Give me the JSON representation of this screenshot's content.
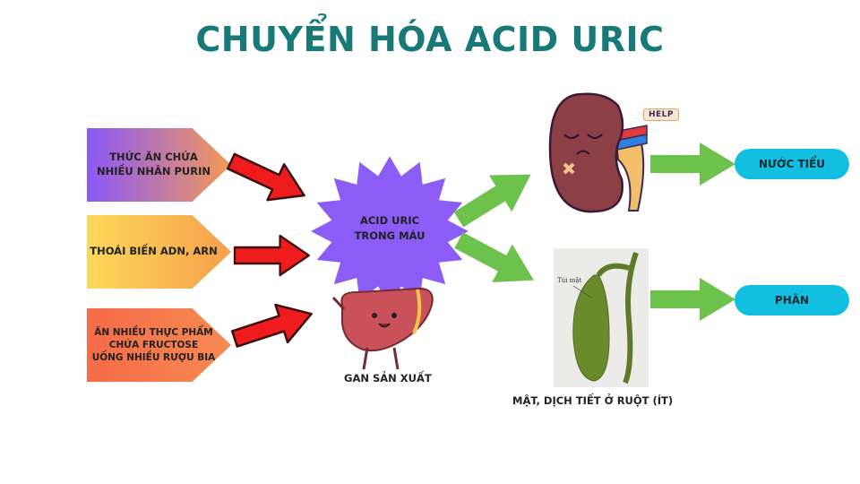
{
  "title": "CHUYỂN HÓA ACID URIC",
  "sources": [
    {
      "text": "THỨC ĂN CHỨA\nNHIỀU NHÂN PURIN"
    },
    {
      "text": "THOÁI BIẾN ADN, ARN"
    },
    {
      "text": "ĂN NHIỀU THỰC PHẨM\nCHỨA FRUCTOSE\nUỐNG NHIỀU RƯỢU BIA"
    }
  ],
  "center": {
    "text": "ACID URIC\nTRONG MÁU"
  },
  "liver": {
    "caption": "GAN SẢN XUẤT"
  },
  "kidney": {
    "tag": "HELP"
  },
  "gallbladder": {
    "label": "Túi mật",
    "caption": "MẬT, DỊCH TIẾT Ở RUỘT (ÍT)"
  },
  "outputs": [
    {
      "text": "NƯỚC TIỂU"
    },
    {
      "text": "PHÂN"
    }
  ],
  "colors": {
    "title": "#177a78",
    "star": "#8b5cf6",
    "red_arrow": "#ee1c1c",
    "green_arrow": "#6cc24a",
    "pill": "#12bfe0"
  }
}
